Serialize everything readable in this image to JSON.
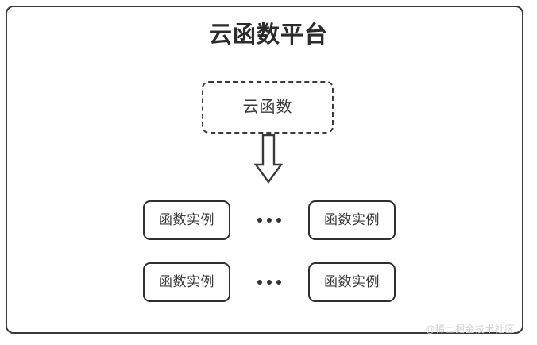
{
  "diagram": {
    "title": "云函数平台",
    "function_box": {
      "label": "云函数",
      "border_style": "dashed"
    },
    "arrow": {
      "name": "down-arrow",
      "direction": "down"
    },
    "rows": [
      {
        "left_instance": "函数实例",
        "ellipsis": "•••",
        "right_instance": "函数实例"
      },
      {
        "left_instance": "函数实例",
        "ellipsis": "•••",
        "right_instance": "函数实例"
      }
    ],
    "watermark": "@稀土掘金技术社区",
    "colors": {
      "stroke": "#3a3a3c",
      "text": "#2b2b2d",
      "background": "#ffffff",
      "watermark": "#d2d2d4"
    }
  }
}
